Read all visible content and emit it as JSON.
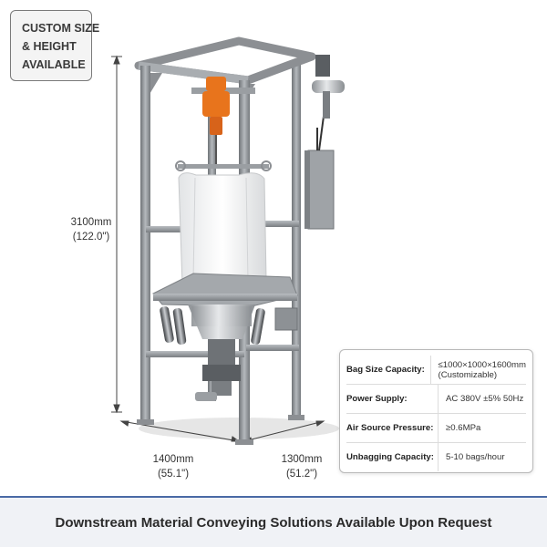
{
  "badge": {
    "lines": [
      "CUSTOM SIZE",
      "& HEIGHT",
      "AVAILABLE"
    ]
  },
  "dimensions": {
    "height": {
      "metric": "3100mm",
      "imperial": "(122.0\")"
    },
    "width": {
      "metric": "1400mm",
      "imperial": "(55.1\")"
    },
    "depth": {
      "metric": "1300mm",
      "imperial": "(51.2\")"
    }
  },
  "specs": [
    {
      "label": "Bag Size Capacity:",
      "value": [
        "≤1000×1000×1600mm",
        "(Customizable)"
      ]
    },
    {
      "label": "Power Supply:",
      "value": [
        "AC 380V ±5% 50Hz"
      ]
    },
    {
      "label": "Air Source Pressure:",
      "value": [
        "≥0.6MPa"
      ]
    },
    {
      "label": "Unbagging Capacity:",
      "value": [
        "5-10 bags/hour"
      ]
    }
  ],
  "footer": {
    "text": "Downstream Material Conveying Solutions Available Upon Request"
  },
  "colors": {
    "frame": "#8c8f93",
    "hoist": "#e8741c",
    "footer_accent": "#4a6aa5"
  },
  "icons": [
    "bulk-bag-unloader-machine-illustration"
  ]
}
